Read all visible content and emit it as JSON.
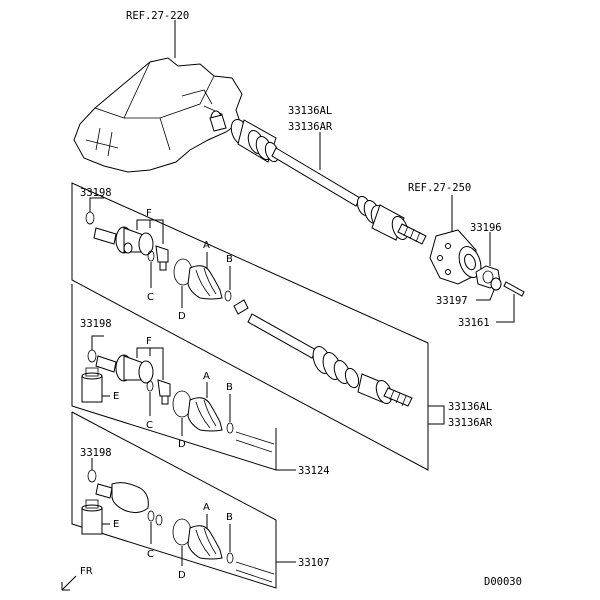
{
  "references": {
    "transaxle": "REF.27-220",
    "hub": "REF.27-250"
  },
  "part_numbers": {
    "main_shaft_al": "33136AL",
    "main_shaft_ar": "33136AR",
    "hub_nut": "33196",
    "washer": "33197",
    "cotter_pin": "33161",
    "snap_ring_1": "33198",
    "snap_ring_2": "33198",
    "snap_ring_3": "33198",
    "assy_al": "33136AL",
    "assy_ar": "33136AR",
    "kit_1": "33124",
    "kit_2": "33107"
  },
  "letters": {
    "a1": "A",
    "b1": "B",
    "c1": "C",
    "d1": "D",
    "f1": "F",
    "a2": "A",
    "b2": "B",
    "c2": "C",
    "d2": "D",
    "e2": "E",
    "f2": "F",
    "a3": "A",
    "b3": "B",
    "c3": "C",
    "d3": "D",
    "e3": "E"
  },
  "front_indicator": "FR",
  "diagram_code": "D00030"
}
